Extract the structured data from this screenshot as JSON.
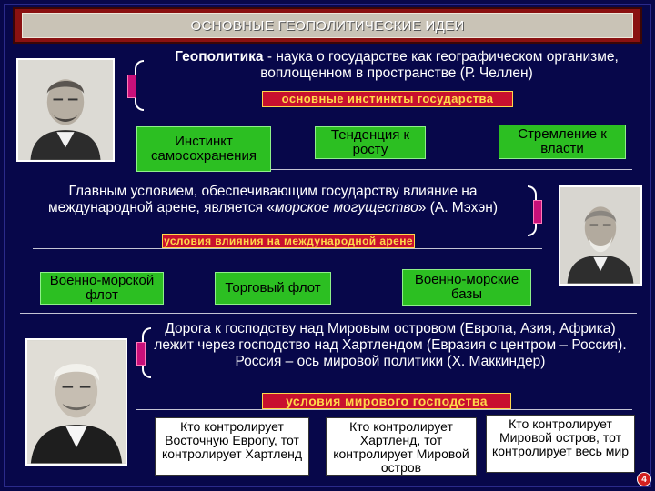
{
  "title": "ОСНОВНЫЕ ГЕОПОЛИТИЧЕСКИЕ ИДЕИ",
  "section1": {
    "definition_term": "Геополитика",
    "definition_text": " - наука о государстве как географическом организме, воплощенном в пространстве (Р. Челлен)",
    "banner": "основные инстинкты государства",
    "boxes": [
      "Инстинкт самосохранения",
      "Тенденция к росту",
      "Стремление к власти"
    ]
  },
  "section2": {
    "text_before": "Главным условием, обеспечивающим государству влияние на международной арене, является «",
    "text_emphasis": "морское могущество",
    "text_after": "» (А. Мэхэн)",
    "banner": "условия влияния на международной арене",
    "boxes": [
      "Военно-морской флот",
      "Торговый флот",
      "Военно-морские базы"
    ]
  },
  "section3": {
    "text": "Дорога к господству над Мировым островом (Европа, Азия, Африка) лежит через господство над Хартлендом (Евразия с центром – Россия). Россия – ось мировой политики (Х. Маккиндер)",
    "banner": "условия мирового господства",
    "boxes": [
      "Кто контролирует Восточную Европу, тот контролирует Хартленд",
      "Кто контролирует Хартленд, тот контролирует Мировой остров",
      "Кто контролирует Мировой остров, тот контролирует весь мир"
    ]
  },
  "page_number": "4",
  "colors": {
    "background": "#07074a",
    "title_red": "#8a1111",
    "banner_red": "#c8102e",
    "banner_text": "#ffd84a",
    "box_green": "#2cbf22",
    "tab_pink": "#c8107a"
  }
}
